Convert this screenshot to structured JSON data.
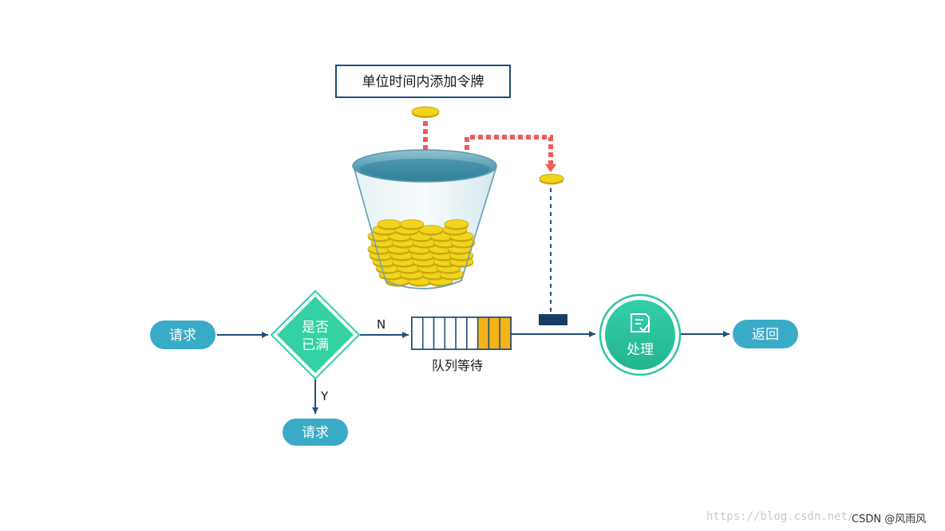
{
  "title_box": {
    "label": "单位时间内添加令牌"
  },
  "nodes": {
    "request_start": "请求",
    "decision": {
      "line1": "是否",
      "line2": "已满"
    },
    "request_rejected": "请求",
    "queue_label": "队列等待",
    "process": "处理",
    "return": "返回"
  },
  "edges": {
    "no_label": "N",
    "yes_label": "Y"
  },
  "queue": {
    "total_slots": 9,
    "filled_slots": 3
  },
  "colors": {
    "pill": "#3aabc7",
    "decision": "#33d1a3",
    "process": "#2ec5a0",
    "token": "#f2d41d",
    "token_arrow": "#f15a5a",
    "queue_fill": "#f5b21a",
    "line": "#1f4e79",
    "gate": "#173c64"
  },
  "watermark": "https://blog.csdn.net/wang_ya_",
  "credit": "CSDN @风雨风"
}
